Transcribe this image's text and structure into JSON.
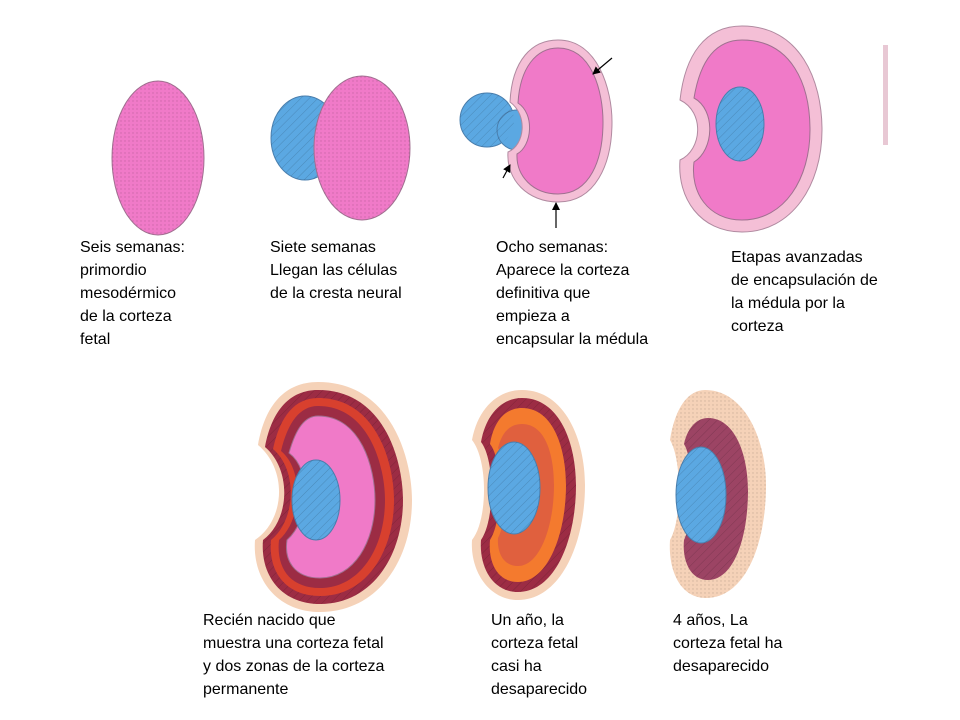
{
  "colors": {
    "fetal_cortex": "#f07ac8",
    "medulla": "#5ba8e2",
    "capsule": "#f4bfd6",
    "zone_dark": "#9c2c44",
    "zone_red": "#d8402e",
    "zone_orange": "#f47a2e",
    "skin": "#f5d2b8"
  },
  "stages": [
    {
      "caption": "Seis semanas:\nprimordio\nmesodérmico\nde la corteza\nfetal"
    },
    {
      "caption": "Siete semanas\nLlegan las células\nde la cresta neural"
    },
    {
      "caption": "Ocho semanas:\nAparece la corteza\ndefinitiva que\nempieza a\nencapsular la médula"
    },
    {
      "caption": "Etapas avanzadas\nde encapsulación de\nla médula por la\ncorteza"
    },
    {
      "caption": "Recién nacido que\nmuestra una corteza fetal\ny dos zonas de la corteza\npermanente"
    },
    {
      "caption": "Un año, la\ncorteza fetal\ncasi ha\ndesaparecido"
    },
    {
      "caption": "4 años, La\ncorteza fetal ha\ndesaparecido"
    }
  ]
}
